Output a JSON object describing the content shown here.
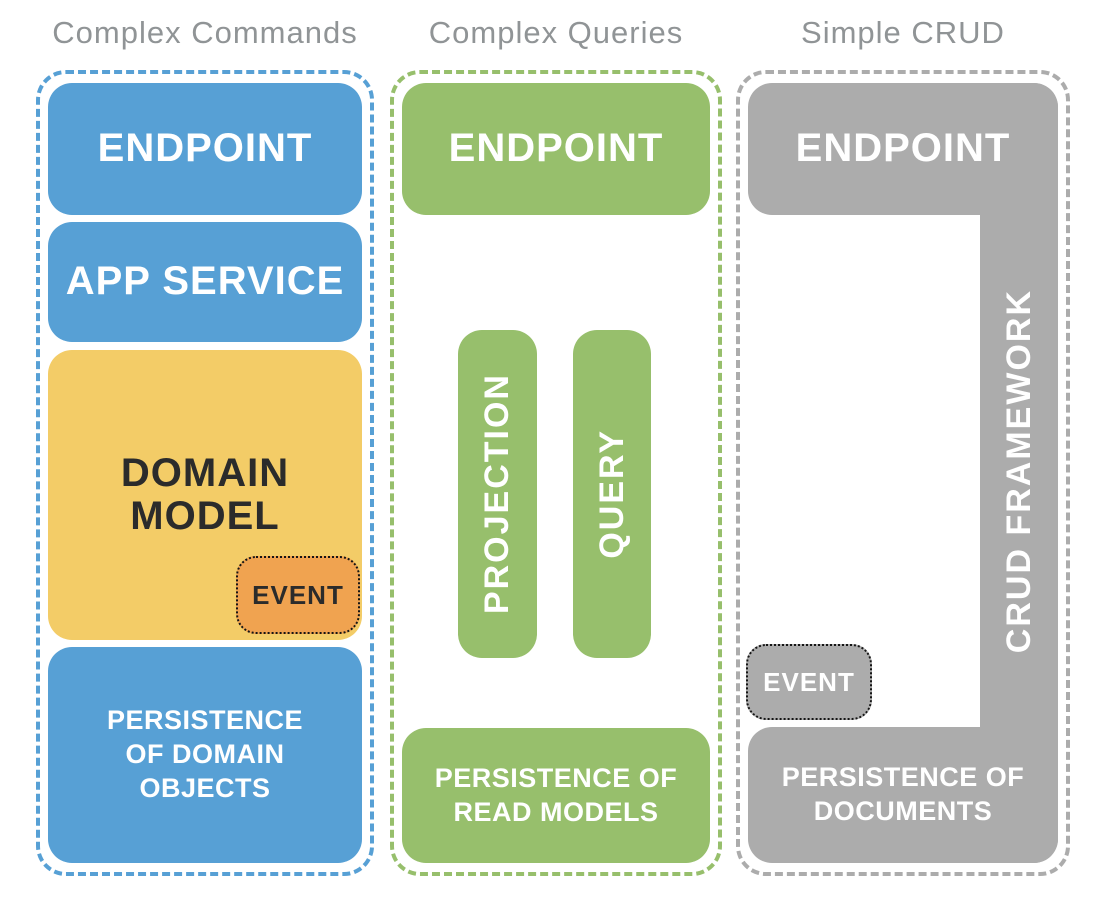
{
  "colors": {
    "blue": "#57A0D5",
    "green": "#97BF6C",
    "yellow": "#F3CC67",
    "orange": "#F0A350",
    "gray": "#ACACAC",
    "heading_text": "#909496",
    "dark_text": "#2B2B2B",
    "light_text": "#FFFFFF"
  },
  "headings": {
    "complex_commands": "Complex Commands",
    "complex_queries": "Complex Queries",
    "simple_crud": "Simple CRUD"
  },
  "complex_commands": {
    "endpoint": "ENDPOINT",
    "app_service": "APP SERVICE",
    "domain_model": "DOMAIN MODEL",
    "event": "EVENT",
    "persistence": "PERSISTENCE OF DOMAIN OBJECTS"
  },
  "complex_queries": {
    "endpoint": "ENDPOINT",
    "projection": "PROJECTION",
    "query": "QUERY",
    "persistence": "PERSISTENCE OF READ MODELS"
  },
  "simple_crud": {
    "endpoint": "ENDPOINT",
    "crud_framework": "CRUD FRAMEWORK",
    "event": "EVENT",
    "persistence": "PERSISTENCE OF DOCUMENTS"
  }
}
